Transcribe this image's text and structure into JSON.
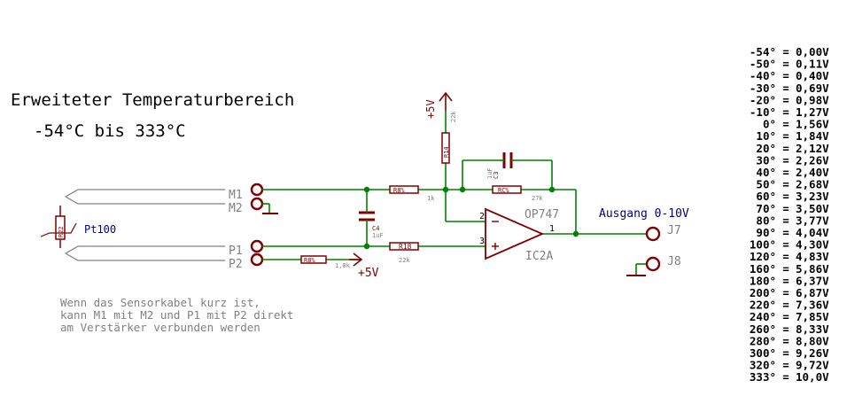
{
  "title": "Erweiteter Temperaturbereich",
  "subtitle": "-54°C bis 333°C",
  "note_lines": [
    "Wenn das Sensorkabel kurz ist,",
    "kann M1 mit M2 und P1 mit P2 direkt",
    "am Verstärker verbunden werden"
  ],
  "labels": {
    "pt100": "Pt100",
    "m1": "M1",
    "m2": "M2",
    "p1": "P1",
    "p2": "P2",
    "supply_top": "+5V",
    "supply_bottom": "+5V",
    "opamp_type": "OP747",
    "opamp_name": "IC2A",
    "pin_inv": "2",
    "pin_noninv": "3",
    "pin_out": "1",
    "out_label": "Ausgang 0-10V",
    "j7": "J7",
    "j8": "J8",
    "r_top_value": "22k",
    "r_m1_value": "1k",
    "r_fb_value": "27k",
    "r_p1_value": "22k",
    "r_p2_value": "1,0k",
    "c_fb_value": "1uF",
    "c_fb_name": "C3",
    "c4_name": "C4",
    "c4_value": "1uF",
    "r_top_name": "R14",
    "r_m1_name": "R8%",
    "r_fb_name": "RC%",
    "r_p1_name": "R18",
    "r_p2_name": "R8%",
    "pt100_body": "R22"
  },
  "table": [
    {
      "temp": "-54°",
      "volt": "0,00V"
    },
    {
      "temp": "-50°",
      "volt": "0,11V"
    },
    {
      "temp": "-40°",
      "volt": "0,40V"
    },
    {
      "temp": "-30°",
      "volt": "0,69V"
    },
    {
      "temp": "-20°",
      "volt": "0,98V"
    },
    {
      "temp": "-10°",
      "volt": "1,27V"
    },
    {
      "temp": "0°",
      "volt": "1,56V"
    },
    {
      "temp": "10°",
      "volt": "1,84V"
    },
    {
      "temp": "20°",
      "volt": "2,12V"
    },
    {
      "temp": "30°",
      "volt": "2,26V"
    },
    {
      "temp": "40°",
      "volt": "2,40V"
    },
    {
      "temp": "50°",
      "volt": "2,68V"
    },
    {
      "temp": "60°",
      "volt": "3,23V"
    },
    {
      "temp": "70°",
      "volt": "3,50V"
    },
    {
      "temp": "80°",
      "volt": "3,77V"
    },
    {
      "temp": "90°",
      "volt": "4,04V"
    },
    {
      "temp": "100°",
      "volt": "4,30V"
    },
    {
      "temp": "120°",
      "volt": "4,83V"
    },
    {
      "temp": "160°",
      "volt": "5,86V"
    },
    {
      "temp": "180°",
      "volt": "6,37V"
    },
    {
      "temp": "200°",
      "volt": "6,87V"
    },
    {
      "temp": "220°",
      "volt": "7,36V"
    },
    {
      "temp": "240°",
      "volt": "7,85V"
    },
    {
      "temp": "260°",
      "volt": "8,33V"
    },
    {
      "temp": "280°",
      "volt": "8,80V"
    },
    {
      "temp": "300°",
      "volt": "9,26V"
    },
    {
      "temp": "320°",
      "volt": "9,72V"
    },
    {
      "temp": "333°",
      "volt": "10,0V"
    }
  ],
  "colors": {
    "wire": "#008000",
    "part": "#800000",
    "text": "#000000",
    "label_gray": "#808080",
    "net_label": "#000080",
    "background": "#ffffff"
  }
}
